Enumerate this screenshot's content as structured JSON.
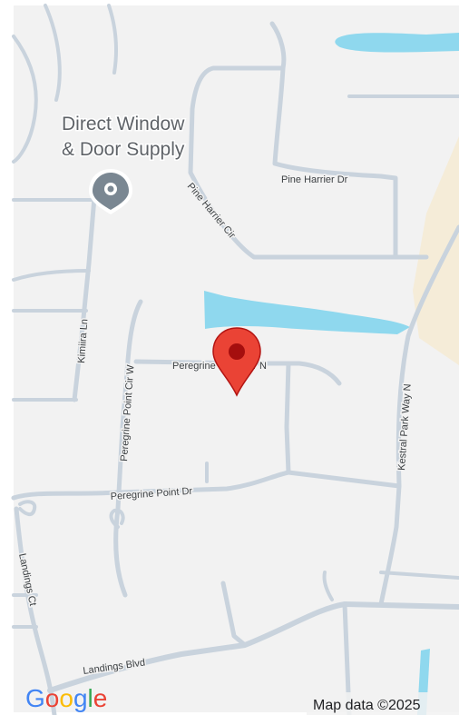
{
  "map": {
    "place": {
      "name_line1": "Direct Window",
      "name_line2": "& Door Supply",
      "icon": "place-pin-icon"
    },
    "streets": {
      "pine_harrier_dr": "Pine Harrier Dr",
      "pine_harrier_cir": "Pine Harrier Cir",
      "peregrine_point_cir_n": "Peregrine Point Cir N",
      "peregrine_point_cir_w": "Peregrine Point Cir W",
      "peregrine_point_dr": "Peregrine Point Dr",
      "kimiira_ln": "Kimiira Ln",
      "kestral_park_way_n": "Kestral Park Way N",
      "landings_ct": "Landings Ct",
      "landings_blvd": "Landings Blvd"
    },
    "marker": {
      "icon": "red-location-marker-icon",
      "color": "#ea4335"
    },
    "colors": {
      "background": "#f2f2f2",
      "road": "#c9d3dd",
      "water": "#8fd8ee",
      "sand": "#f5ecd8"
    }
  },
  "footer": {
    "logo": {
      "letters": [
        "G",
        "o",
        "o",
        "g",
        "l",
        "e"
      ],
      "colors": [
        "#4285f4",
        "#ea4335",
        "#fbbc05",
        "#4285f4",
        "#34a853",
        "#ea4335"
      ]
    },
    "attribution": "Map data ©2025"
  }
}
